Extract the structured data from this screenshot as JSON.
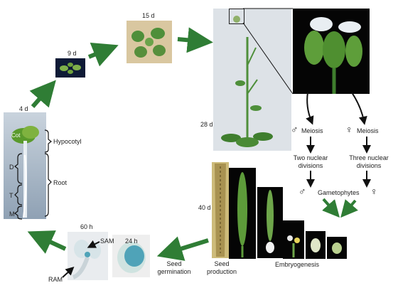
{
  "timepoints": {
    "d4": "4 d",
    "d9": "9 d",
    "d15": "15 d",
    "d28": "28 d",
    "d40": "40 d",
    "h60": "60 h",
    "h24": "24 h"
  },
  "seedling_labels": {
    "cot": "Cot",
    "hypocotyl": "Hypocotyl",
    "root": "Root",
    "d": "D",
    "t": "T",
    "m": "M"
  },
  "germination_labels": {
    "sam": "SAM",
    "ram": "RAM",
    "seed_germination_1": "Seed",
    "seed_germination_2": "germination"
  },
  "reproduction": {
    "male_symbol": "♂",
    "female_symbol": "♀",
    "male_meiosis": "Meiosis",
    "female_meiosis": "Meiosis",
    "two_nuclear_1": "Two nuclear",
    "two_nuclear_2": "divisions",
    "three_nuclear_1": "Three nuclear",
    "three_nuclear_2": "divisions",
    "gametophytes": "Gametophytes",
    "seed_production_1": "Seed",
    "seed_production_2": "production",
    "embryogenesis": "Embryogenesis"
  },
  "colors": {
    "arrow_green": "#2f7d35",
    "leaf_green": "#4e8f3a",
    "dark_panel": "#0b0f12",
    "gus_blue": "#4fa3b8"
  }
}
